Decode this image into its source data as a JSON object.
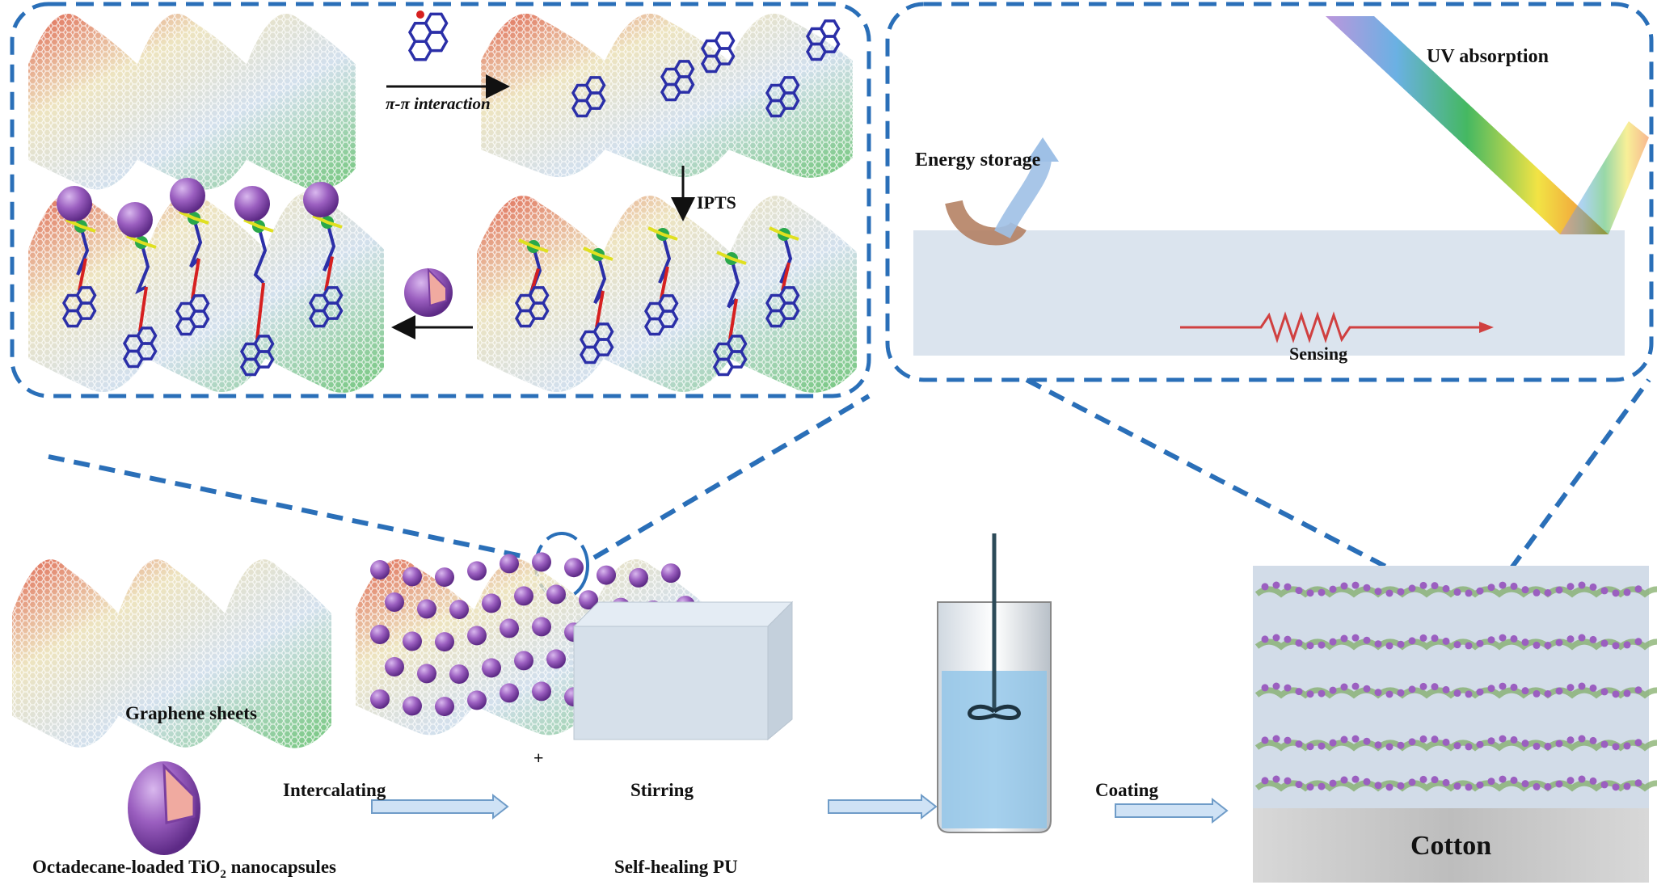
{
  "labels": {
    "pi_pi": "π-π interaction",
    "ipts": "IPTS",
    "energy_storage": "Energy storage",
    "uv_absorption": "UV absorption",
    "sensing": "Sensing",
    "graphene_sheets": "Graphene sheets",
    "plus": "+",
    "intercalating": "Intercalating",
    "stirring": "Stirring",
    "coating": "Coating",
    "nanocapsules_main": "Octadecane-loaded TiO",
    "nanocapsules_sub": "2",
    "nanocapsules_end": " nanocapsules",
    "self_healing_pu": "Self-healing PU",
    "cotton": "Cotton"
  },
  "colors": {
    "dash_outline": "#2a6fb8",
    "molecule": "#2b2fa8",
    "sphere": "#9b5fc0",
    "linker_red": "#d62020",
    "silicon_green": "#2aa84a",
    "arrow_fill": "#cfe2f5",
    "sensing_line": "#d04040"
  }
}
